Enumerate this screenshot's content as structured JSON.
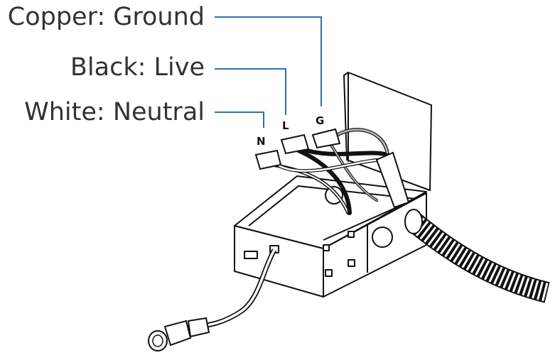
{
  "labels": {
    "ground": "Copper: Ground",
    "live": "Black: Live",
    "neutral": "White: Neutral"
  },
  "terminals": {
    "neutral": "N",
    "live": "L",
    "ground": "G"
  },
  "colors": {
    "leader": "#2f6fb0",
    "text": "#333333",
    "outline": "#111111"
  }
}
